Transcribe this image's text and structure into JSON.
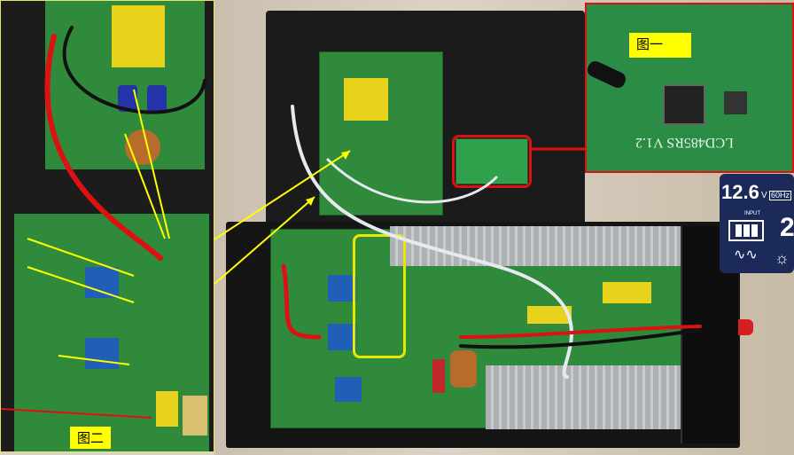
{
  "labels": {
    "figure_one": "图一",
    "figure_two": "图二"
  },
  "board_silkscreen": "LCD485RS V1.2",
  "lcd": {
    "voltage": "12.6",
    "unit": "V",
    "frequency": "60Hz",
    "input_label": "INPUT",
    "right_digit": "2"
  },
  "colors": {
    "highlight_box": "#e8e800",
    "arrow_red": "#e01010",
    "arrow_yellow": "#ffff00"
  }
}
